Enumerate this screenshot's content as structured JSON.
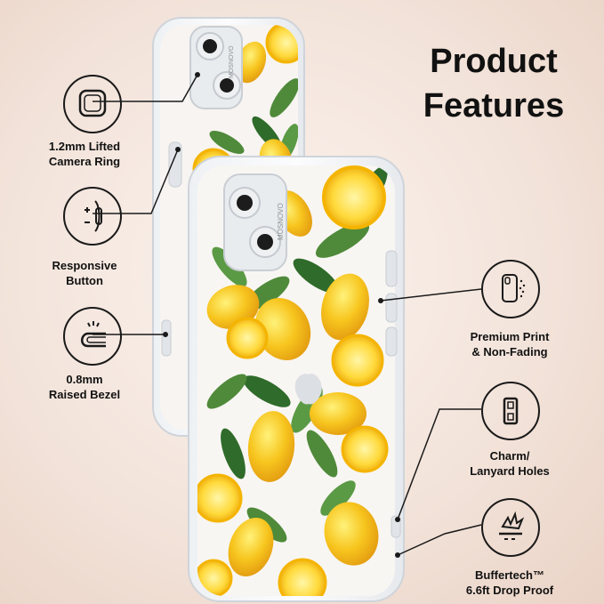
{
  "heading": {
    "line1": "Product",
    "line2": "Features"
  },
  "features_left": [
    {
      "icon": "camera-ring-icon",
      "line1": "1.2mm Lifted",
      "line2": "Camera Ring"
    },
    {
      "icon": "button-icon",
      "line1": "Responsive",
      "line2": "Button"
    },
    {
      "icon": "bezel-icon",
      "line1": "0.8mm",
      "line2": "Raised Bezel"
    }
  ],
  "features_right": [
    {
      "icon": "print-icon",
      "line1": "Premium Print",
      "line2": "& Non-Fading"
    },
    {
      "icon": "lanyard-holes-icon",
      "line1": "Charm/",
      "line2": "Lanyard Holes"
    },
    {
      "icon": "drop-proof-icon",
      "line1": "Buffertech™",
      "line2": "6.6ft Drop Proof"
    }
  ],
  "brand_mark": "MOSNOVO",
  "colors": {
    "lemon": "#f7c51e",
    "lemon_light": "#ffe35c",
    "leaf": "#4f8a3a",
    "leaf_dark": "#2f6b2a",
    "frame": "#dfe3e8",
    "text": "#111111"
  }
}
